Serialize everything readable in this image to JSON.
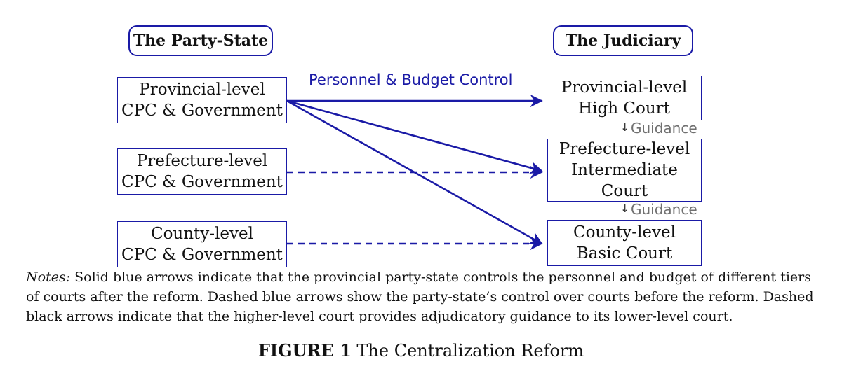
{
  "headers": {
    "party_state": "The Party-State",
    "judiciary": "The Judiciary"
  },
  "party_nodes": [
    {
      "line1": "Provincial-level",
      "line2": "CPC & Government"
    },
    {
      "line1": "Prefecture-level",
      "line2": "CPC & Government"
    },
    {
      "line1": "County-level",
      "line2": "CPC & Government"
    }
  ],
  "court_nodes": [
    {
      "line1": "Provincial-level",
      "line2": "High Court",
      "line3": ""
    },
    {
      "line1": "Prefecture-level",
      "line2": "Intermediate",
      "line3": "Court"
    },
    {
      "line1": "County-level",
      "line2": "Basic Court",
      "line3": ""
    }
  ],
  "edge_label": "Personnel & Budget Control",
  "guidance_labels": [
    "Guidance",
    "Guidance"
  ],
  "notes": {
    "lead": "Notes:",
    "text": " Solid blue arrows indicate that the provincial party-state controls the personnel and budget of different tiers of courts after the reform. Dashed blue arrows show the party-state’s control over courts before the reform. Dashed black arrows indicate that the higher-level court provides adjudicatory guidance to its lower-level court."
  },
  "caption": {
    "label": "FIGURE 1",
    "title": " The Centralization Reform"
  },
  "colors": {
    "arrow_blue": "#1a1aa6",
    "guidance_gray": "#707070"
  }
}
